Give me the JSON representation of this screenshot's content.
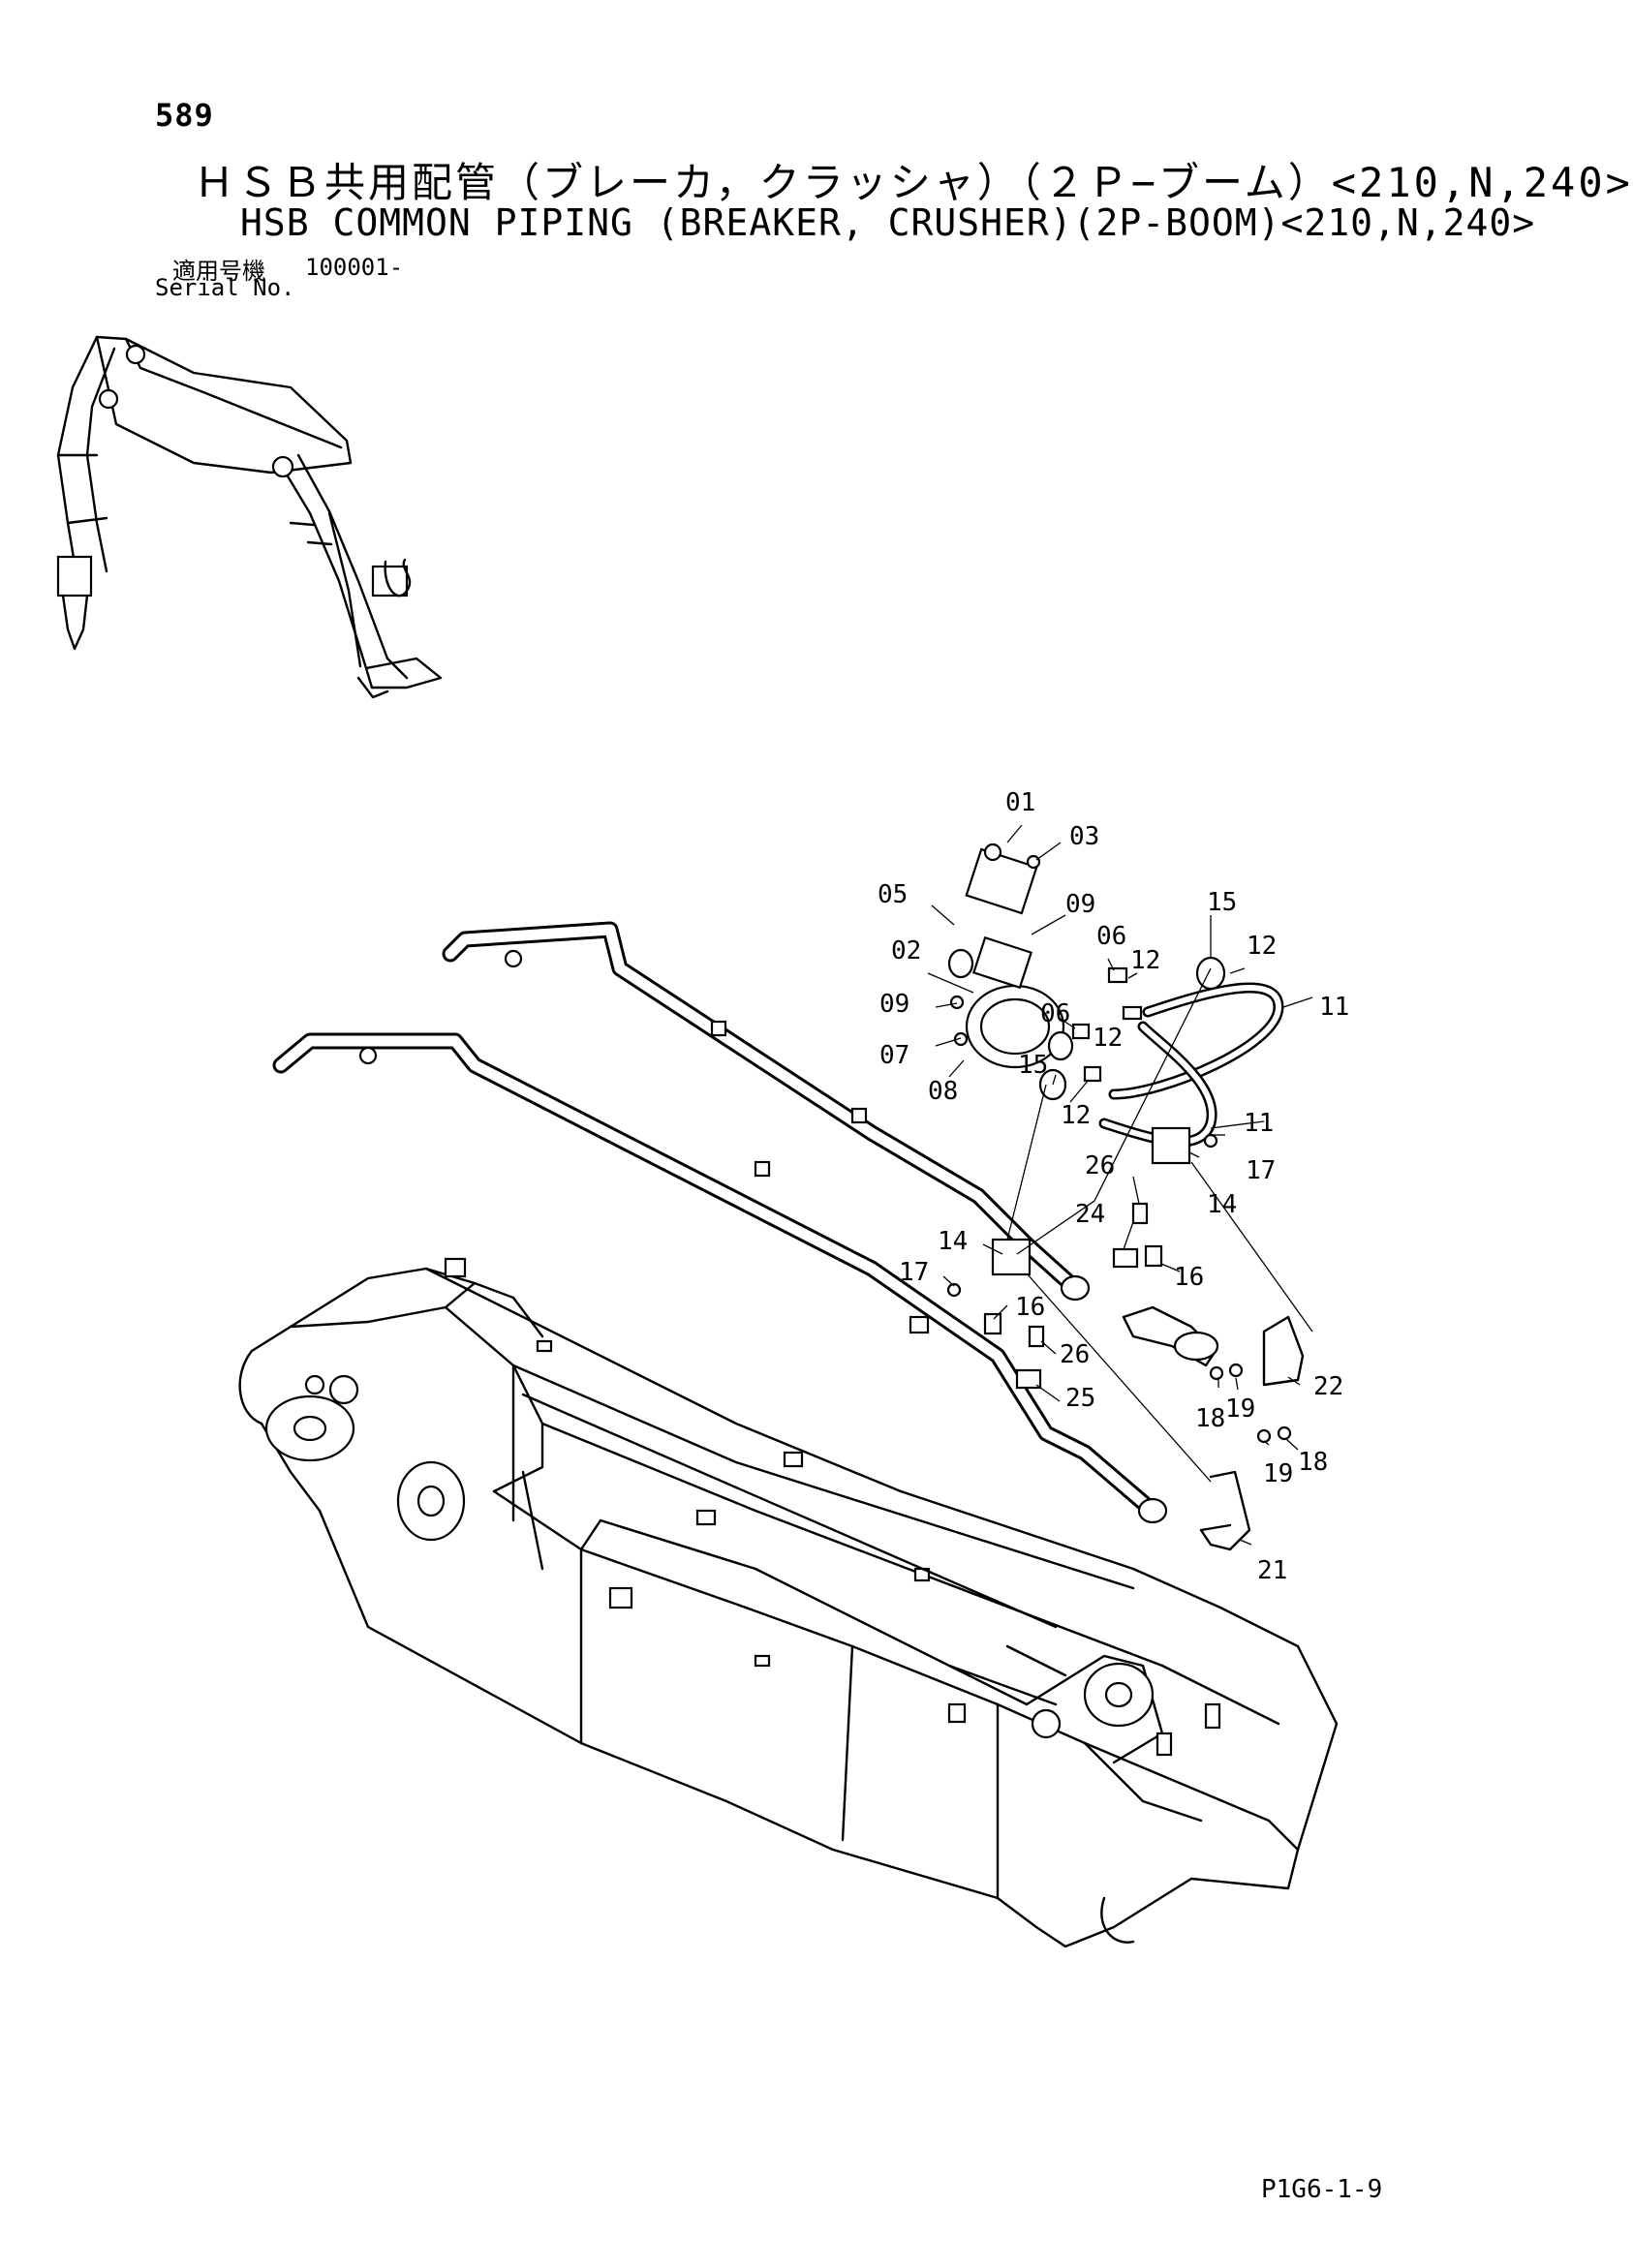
{
  "header": {
    "page_number": "589",
    "title_jp": "ＨＳＢ共用配管（ブレーカ，クラッシャ）（２Ｐ−ブーム）<210,N,240>",
    "title_en": "HSB COMMON PIPING (BREAKER, CRUSHER)(2P-BOOM)<210,N,240>",
    "serial_label_jp": "適用号機",
    "serial_label_en": "Serial No.",
    "serial_value": "100001-"
  },
  "callouts": {
    "c01": "01",
    "c02": "02",
    "c03": "03",
    "c05": "05",
    "c06a": "06",
    "c06b": "06",
    "c07": "07",
    "c08": "08",
    "c09a": "09",
    "c09b": "09",
    "c11a": "11",
    "c11b": "11",
    "c12a": "12",
    "c12b": "12",
    "c12c": "12",
    "c12d": "12",
    "c14a": "14",
    "c14b": "14",
    "c15a": "15",
    "c15b": "15",
    "c16a": "16",
    "c16b": "16",
    "c17a": "17",
    "c17b": "17",
    "c18a": "18",
    "c18b": "18",
    "c19a": "19",
    "c19b": "19",
    "c21": "21",
    "c22": "22",
    "c24": "24",
    "c25": "25",
    "c26a": "26",
    "c26b": "26"
  },
  "footer": {
    "drawing_code": "P1G6-1-9"
  }
}
